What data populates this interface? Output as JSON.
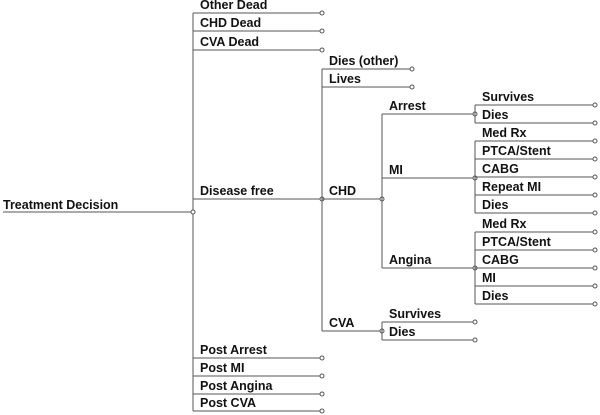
{
  "tree": {
    "root": "Treatment Decision",
    "branches": [
      {
        "label": "Other Dead"
      },
      {
        "label": "CHD Dead"
      },
      {
        "label": "CVA Dead"
      },
      {
        "label": "Disease free",
        "branches": [
          {
            "label": "Dies (other)"
          },
          {
            "label": "Lives"
          },
          {
            "label": "CHD",
            "branches": [
              {
                "label": "Arrest",
                "branches": [
                  {
                    "label": "Survives"
                  },
                  {
                    "label": "Dies"
                  }
                ]
              },
              {
                "label": "MI",
                "branches": [
                  {
                    "label": "Med Rx"
                  },
                  {
                    "label": "PTCA/Stent"
                  },
                  {
                    "label": "CABG"
                  },
                  {
                    "label": "Repeat MI"
                  },
                  {
                    "label": "Dies"
                  }
                ]
              },
              {
                "label": "Angina",
                "branches": [
                  {
                    "label": "Med Rx"
                  },
                  {
                    "label": "PTCA/Stent"
                  },
                  {
                    "label": "CABG"
                  },
                  {
                    "label": "MI"
                  },
                  {
                    "label": "Dies"
                  }
                ]
              }
            ]
          },
          {
            "label": "CVA",
            "branches": [
              {
                "label": "Survives"
              },
              {
                "label": "Dies"
              }
            ]
          }
        ]
      },
      {
        "label": "Post Arrest"
      },
      {
        "label": "Post MI"
      },
      {
        "label": "Post Angina"
      },
      {
        "label": "Post CVA"
      }
    ]
  }
}
